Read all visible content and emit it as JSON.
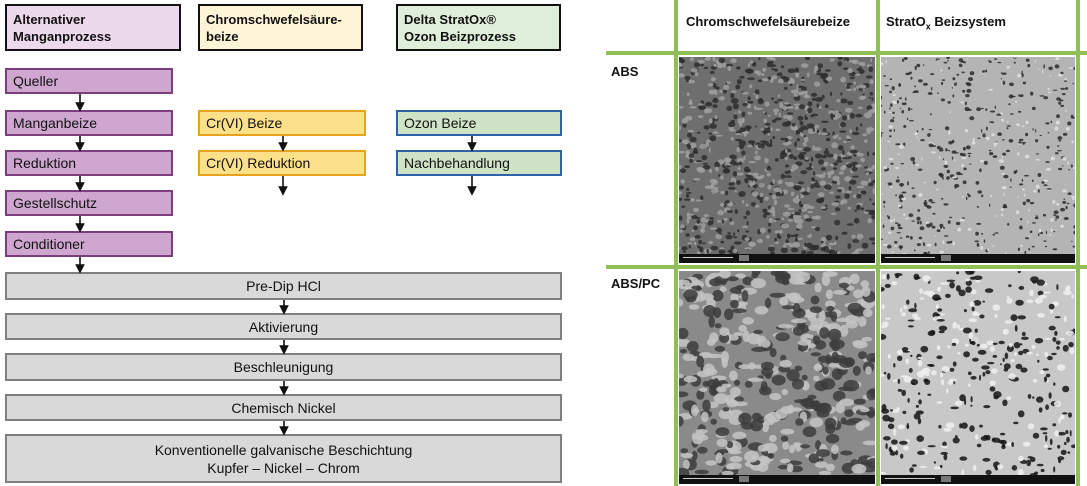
{
  "headers": {
    "manganese": "Alternativer\nManganprozess",
    "chromic": "Chromschwefelsäure-\nbeize",
    "ozone": "Delta StratOx®\nOzon Beizprozess"
  },
  "manganese_steps": [
    "Queller",
    "Manganbeize",
    "Reduktion",
    "Gestellschutz",
    "Conditioner"
  ],
  "chromic_steps": [
    "Cr(VI) Beize",
    "Cr(VI) Reduktion"
  ],
  "ozone_steps": [
    "Ozon Beize",
    "Nachbehandlung"
  ],
  "common_steps": [
    "Pre-Dip HCl",
    "Aktivierung",
    "Beschleunigung",
    "Chemisch Nickel",
    "Konventionelle galvanische Beschichtung\nKupfer – Nickel – Chrom"
  ],
  "sem_grid": {
    "col1_title": "Chromschwefelsäurebeize",
    "col2_title_main": "StratO",
    "col2_title_sub": "x",
    "col2_title_rest": " Beizsystem",
    "row1_label": "ABS",
    "row2_label": "ABS/PC",
    "grid_color": "#8fbf55"
  }
}
